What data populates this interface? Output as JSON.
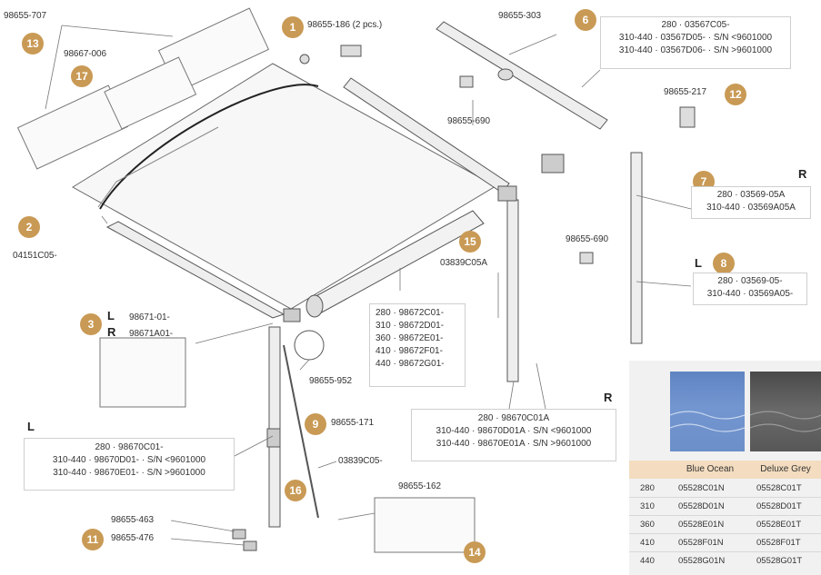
{
  "callouts": [
    {
      "num": "1",
      "part": "98655-186 (2 pcs.)"
    },
    {
      "num": "2",
      "part": "04151C05-"
    },
    {
      "num": "3",
      "side_l": "L",
      "part_l": "98671-01-",
      "side_r": "R",
      "part_r": "98671A01-"
    },
    {
      "num": "6",
      "lines": [
        "280 · 03567C05-",
        "310-440 · 03567D05- · S/N <9601000",
        "310-440 · 03567D06- · S/N >9601000"
      ]
    },
    {
      "num": "7",
      "side": "R",
      "lines": [
        "280 · 03569-05A",
        "310-440 · 03569A05A"
      ]
    },
    {
      "num": "8",
      "side": "L",
      "lines": [
        "280 · 03569-05-",
        "310-440 · 03569A05-"
      ]
    },
    {
      "num": "9",
      "part": "98655-171"
    },
    {
      "num": "11",
      "part_a": "98655-463",
      "part_b": "98655-476"
    },
    {
      "num": "12",
      "part": "98655-217"
    },
    {
      "num": "13",
      "part": "98655-707"
    },
    {
      "num": "14",
      "part": "98655-162"
    },
    {
      "num": "15",
      "part": "03839C05A"
    },
    {
      "num": "16",
      "part": "03839C05-"
    },
    {
      "num": "17",
      "part": "98667-006"
    }
  ],
  "labels": {
    "top_arm": "98655-303",
    "cap_690_a": "98655-690",
    "cap_690_b": "98655-690",
    "part_952": "98655-952"
  },
  "roller_box": [
    "280 · 98672C01-",
    "310 · 98672D01-",
    "360 · 98672E01-",
    "410 · 98672F01-",
    "440 · 98672G01-"
  ],
  "arm_right": {
    "side": "R",
    "lines": [
      "280 · 98670C01A",
      "310-440 · 98670D01A · S/N <9601000",
      "310-440 · 98670E01A · S/N >9601000"
    ]
  },
  "arm_left": {
    "side": "L",
    "lines": [
      "280 · 98670C01-",
      "310-440 · 98670D01- · S/N <9601000",
      "310-440 · 98670E01- · S/N >9601000"
    ]
  },
  "fabric_table": {
    "columns": [
      "Blue Ocean",
      "Deluxe Grey"
    ],
    "rows": [
      {
        "size": "280",
        "blue": "05528C01N",
        "grey": "05528C01T"
      },
      {
        "size": "310",
        "blue": "05528D01N",
        "grey": "05528D01T"
      },
      {
        "size": "360",
        "blue": "05528E01N",
        "grey": "05528E01T"
      },
      {
        "size": "410",
        "blue": "05528F01N",
        "grey": "05528F01T"
      },
      {
        "size": "440",
        "blue": "05528G01N",
        "grey": "05528G01T"
      }
    ],
    "colors": {
      "blue": "#6a8ecb",
      "grey": "#5a5a5a",
      "header": "#f3dcbf",
      "badge": "#c99a55"
    }
  }
}
